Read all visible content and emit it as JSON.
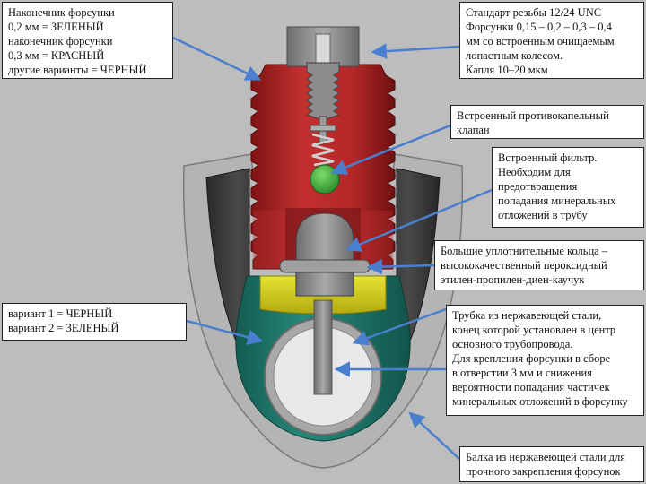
{
  "callouts": {
    "nozzle_tip": {
      "lines": [
        "Наконечник форсунки",
        "0,2 мм = ЗЕЛЕНЫЙ",
        "наконечник форсунки",
        "0,3 мм = КРАСНЫЙ",
        "другие варианты = ЧЕРНЫЙ"
      ]
    },
    "thread_standard": {
      "lines": [
        "Стандарт резьбы 12/24 UNC",
        "Форсунки 0,15 – 0,2 – 0,3 – 0,4",
        "мм со встроенным очищаемым",
        "лопастным колесом.",
        "Капля 10–20 мкм"
      ]
    },
    "antidrip_valve": {
      "lines": [
        "Встроенный противокапельный",
        "клапан"
      ]
    },
    "filter": {
      "lines": [
        "Встроенный фильтр.",
        "Необходим для",
        "предотвращения",
        "попадания минеральных",
        "отложений в трубу"
      ]
    },
    "seal_rings": {
      "lines": [
        "Большие уплотнительные кольца –",
        "высококачественный пероксидный",
        "этилен-пропилен-диен-каучук"
      ]
    },
    "variants": {
      "lines": [
        "вариант 1 = ЧЕРНЫЙ",
        "вариант 2 = ЗЕЛЕНЫЙ"
      ]
    },
    "steel_tube": {
      "lines": [
        "Трубка из нержавеющей стали,",
        "конец которой установлен в центр",
        "основного трубопровода.",
        "Для крепления форсунки в сборе",
        "в отверстии 3 мм и снижения",
        "вероятности попадания частичек",
        "минеральных отложений в форсунку"
      ]
    },
    "steel_beam": {
      "lines": [
        "Балка из нержавеющей стали для",
        "прочного закрепления форсунок"
      ]
    }
  },
  "colors": {
    "background": "#bdbdbd",
    "nozzle_body": "#b82a2a",
    "clamp": "#1f7a6e",
    "seal": "#d9d21e",
    "valve_ball": "#3ca83c",
    "steel": "#9a9a9a",
    "arrow": "#4a7fd0"
  }
}
